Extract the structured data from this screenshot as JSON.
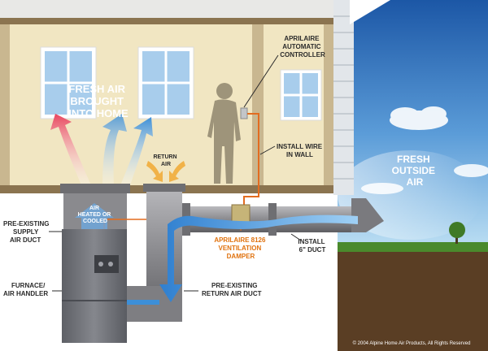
{
  "colors": {
    "wall": "#f1e6c2",
    "frame": "#8b7450",
    "sky_top": "#1e5aa8",
    "sky_bottom": "#a9d3ef",
    "grass": "#4a8a2c",
    "soil": "#5a3e24",
    "warm_arrow": "#e0405a",
    "cool_arrow": "#3d8fd8",
    "duct": "#8d8d90",
    "furnace": "#6e7076",
    "orange_label": "#e0720e",
    "wire": "#e36c1f"
  },
  "labels": {
    "fresh_air_home": [
      "FRESH AIR",
      "BROUGHT",
      "INTO HOME"
    ],
    "controller": [
      "APRILAIRE",
      "AUTOMATIC",
      "CONTROLLER"
    ],
    "install_wire": [
      "INSTALL WIRE",
      "IN WALL"
    ],
    "return_air": [
      "RETURN",
      "AIR"
    ],
    "fresh_outside": [
      "FRESH",
      "OUTSIDE",
      "AIR"
    ],
    "air_heated": [
      "AIR",
      "HEATED OR",
      "COOLED"
    ],
    "supply_duct": [
      "PRE-EXISTING",
      "SUPPLY",
      "AIR DUCT"
    ],
    "damper": [
      "APRILAIRE 8126",
      "VENTILATION",
      "DAMPER"
    ],
    "install_duct": [
      "INSTALL",
      "6\" DUCT"
    ],
    "furnace": [
      "FURNACE/",
      "AIR HANDLER"
    ],
    "return_duct": [
      "PRE-EXISTING",
      "RETURN AIR DUCT"
    ]
  },
  "copyright": "© 2004 Alpine Home Air Products, All Rights Reserved"
}
